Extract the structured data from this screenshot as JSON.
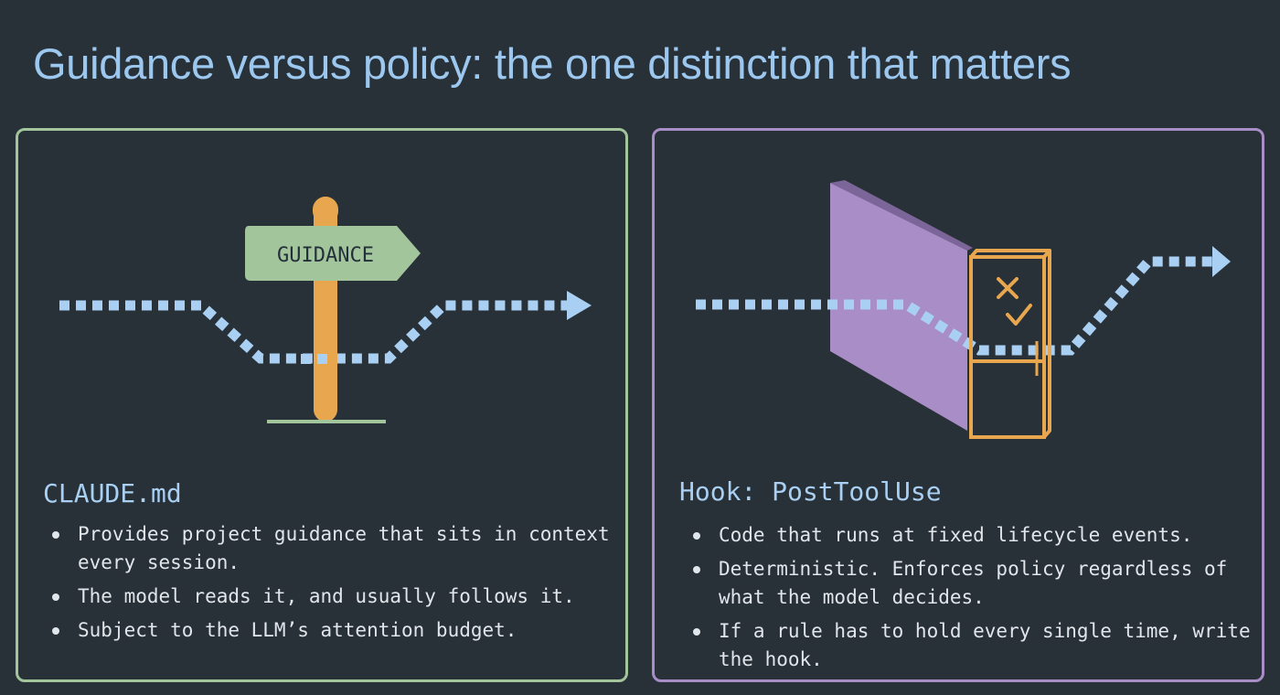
{
  "title": "Guidance versus policy: the one distinction that matters",
  "colors": {
    "background": "#283038",
    "title": "#9cc7ee",
    "left_border": "#a3c59c",
    "right_border": "#a88dc6",
    "path_dots": "#a9cff2",
    "post": "#e8a64f",
    "sign": "#a3c59c",
    "wall": "#a88dc6",
    "gate": "#e8a64f",
    "text": "#e1e6ea"
  },
  "left": {
    "sign_label": "GUIDANCE",
    "heading": "CLAUDE.md",
    "bullets": [
      "Provides project guidance that sits in context every session.",
      "The model reads it, and usually follows it.",
      "Subject to the LLM’s attention budget."
    ],
    "icons": [
      "signpost-icon",
      "dotted-path-arrow-icon"
    ]
  },
  "right": {
    "heading": "Hook: PostToolUse",
    "bullets": [
      "Code that runs at fixed lifecycle events.",
      "Deterministic. Enforces policy regardless of what the model decides.",
      "If a rule has to hold every single time, write the hook."
    ],
    "icons": [
      "wall-icon",
      "checkpoint-gate-icon",
      "x-mark-icon",
      "check-mark-icon",
      "dotted-path-arrow-icon"
    ]
  }
}
